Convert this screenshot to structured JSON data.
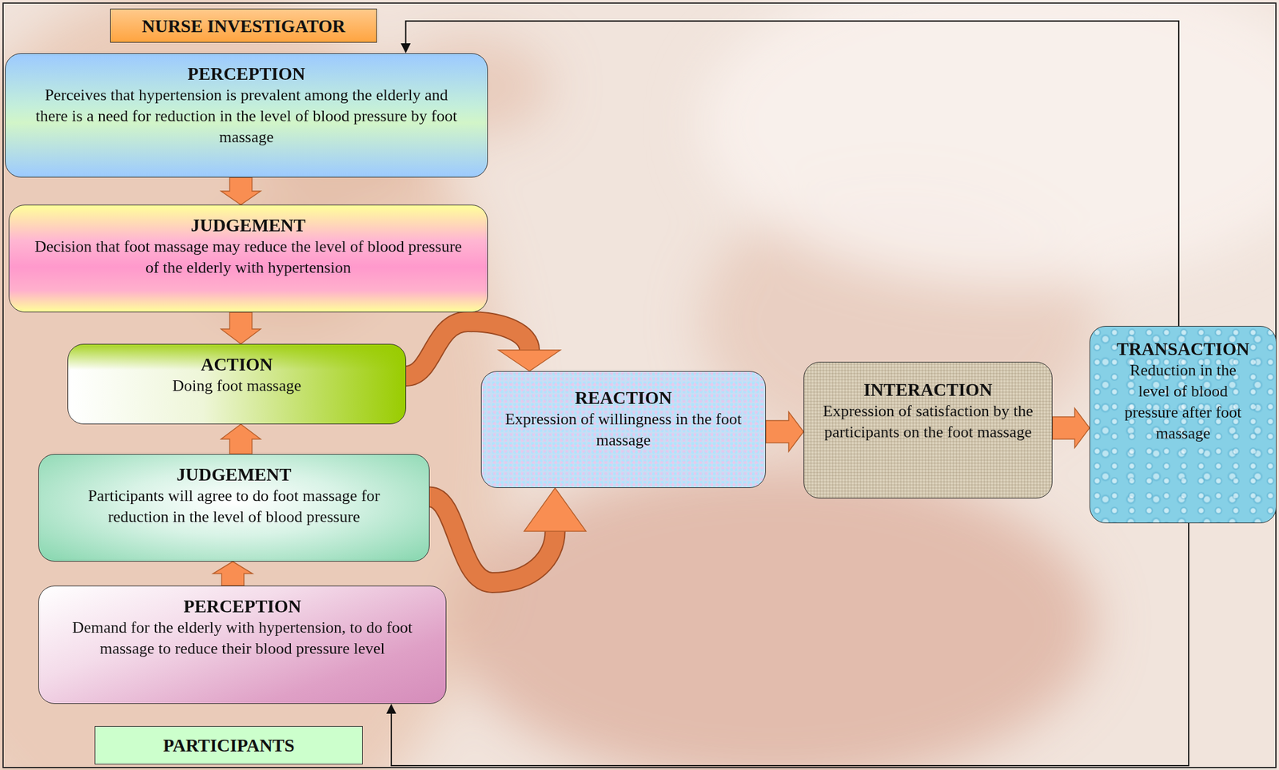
{
  "diagram": {
    "nodes": [
      {
        "text": [
          "NURSE INVESTIGATOR"
        ]
      },
      {
        "text": [
          "PERCEPTION",
          "Perceives that hypertension is prevalent among the elderly and there is a need for reduction in the level of blood pressure by foot massage"
        ]
      },
      {
        "text": [
          "JUDGEMENT",
          "Decision that foot massage may reduce the level of blood pressure of the elderly with hypertension"
        ]
      },
      {
        "text": [
          "ACTION",
          "Doing foot massage"
        ]
      },
      {
        "text": [
          "REACTION",
          "Expression of willingness in the foot massage"
        ]
      },
      {
        "text": [
          "INTERACTION",
          "Expression of satisfaction by the participants on the foot massage"
        ]
      },
      {
        "text": [
          "TRANSACTION",
          "Reduction in the level of blood pressure after foot massage"
        ]
      },
      {
        "text": [
          "JUDGEMENT",
          "Participants will agree to do foot massage for reduction in the level of blood pressure"
        ]
      },
      {
        "text": [
          "PERCEPTION",
          "Demand for the elderly with hypertension, to do foot massage to reduce their blood pressure level"
        ]
      },
      {
        "text": [
          "PARTICIPANTS"
        ]
      }
    ],
    "edges": [
      {
        "from": 1,
        "to": 2,
        "arrow": "to"
      },
      {
        "from": 2,
        "to": 3,
        "arrow": "to"
      },
      {
        "from": 7,
        "to": 3,
        "arrow": "to"
      },
      {
        "from": 8,
        "to": 7,
        "arrow": "to"
      },
      {
        "from": 3,
        "to": 4,
        "arrow": "to"
      },
      {
        "from": 7,
        "to": 4,
        "arrow": "to"
      },
      {
        "from": 4,
        "to": 5,
        "arrow": "to"
      },
      {
        "from": 5,
        "to": 6,
        "arrow": "to"
      },
      {
        "from": 6,
        "to": 1,
        "arrow": "to"
      },
      {
        "from": 6,
        "to": 8,
        "arrow": "to"
      }
    ]
  }
}
